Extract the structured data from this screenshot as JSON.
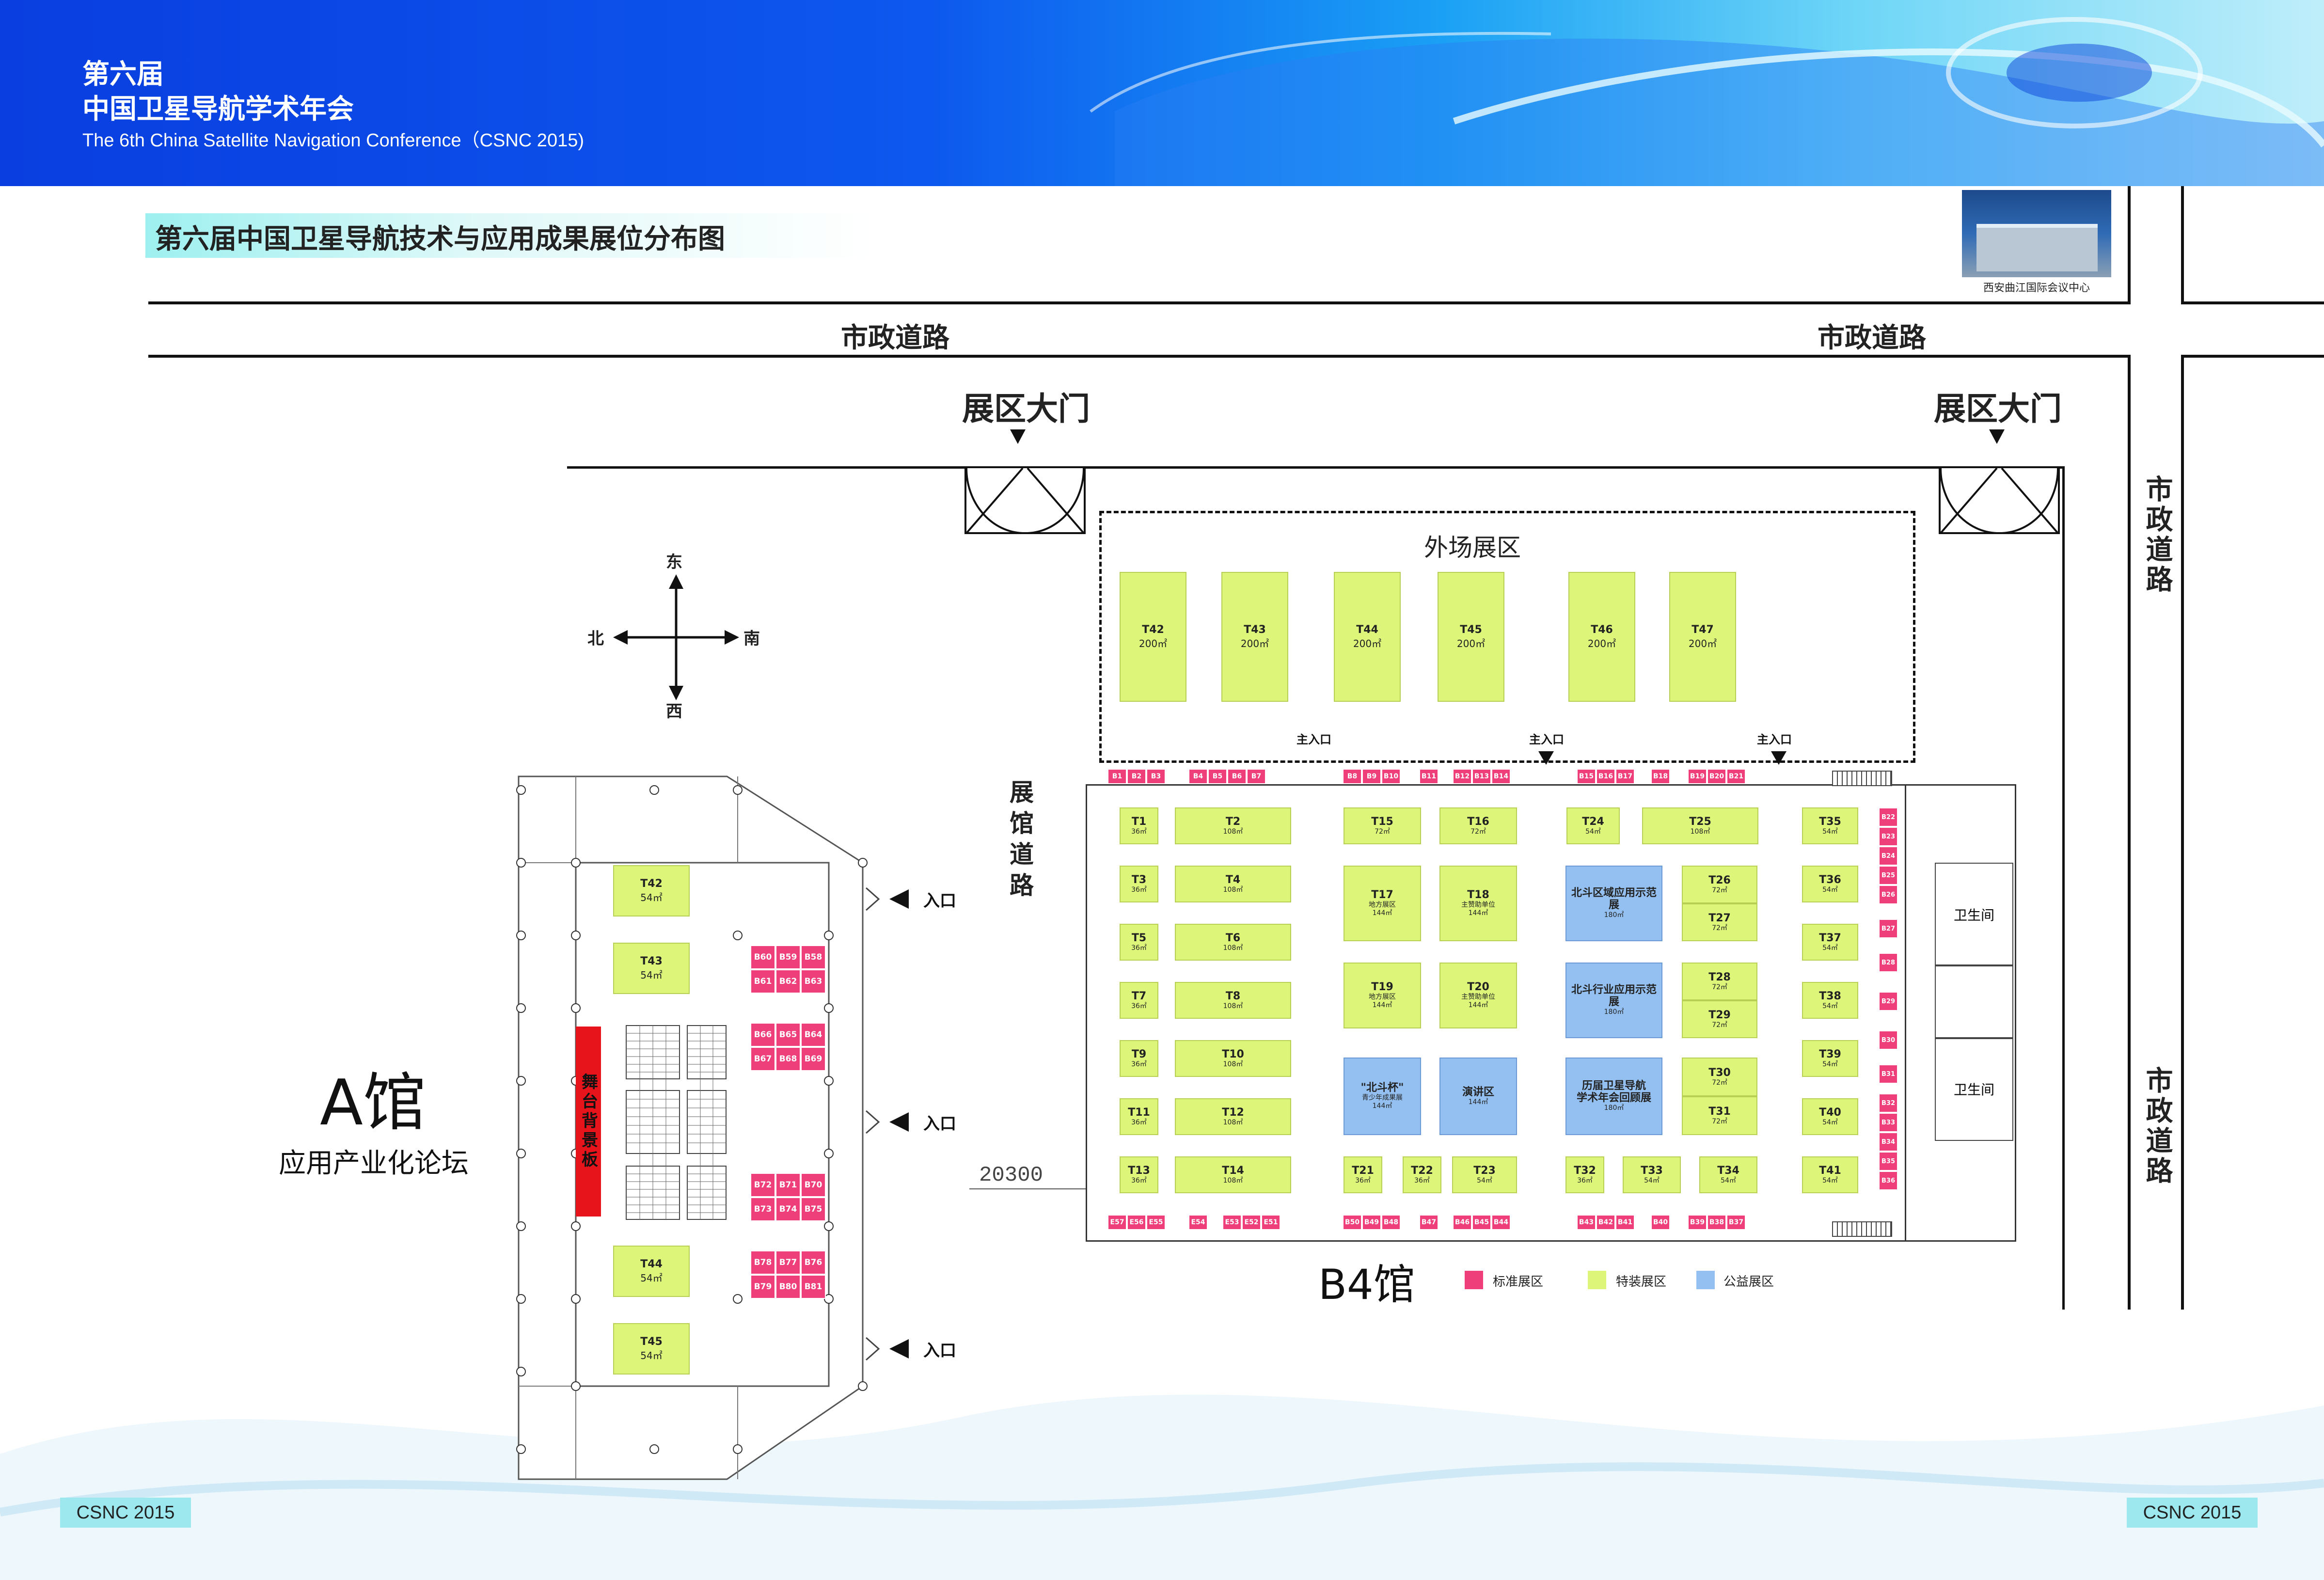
{
  "header": {
    "title_line1": "第六届",
    "title_line2": "中国卫星导航学术年会",
    "title_line3": "The 6th China Satellite Navigation Conference（CSNC 2015)"
  },
  "banner": {
    "title": "第六届中国卫星导航技术与应用成果展位分布图"
  },
  "venue_photo": {
    "caption": "西安曲江国际会议中心"
  },
  "roads": {
    "label": "市政道路",
    "hall_road": "展馆道路",
    "scale": "20300"
  },
  "gates": {
    "label": "展区大门"
  },
  "outdoor": {
    "title": "外场展区",
    "booths": [
      {
        "id": "T42",
        "area": "200㎡"
      },
      {
        "id": "T43",
        "area": "200㎡"
      },
      {
        "id": "T44",
        "area": "200㎡"
      },
      {
        "id": "T45",
        "area": "200㎡"
      },
      {
        "id": "T46",
        "area": "200㎡"
      },
      {
        "id": "T47",
        "area": "200㎡"
      }
    ]
  },
  "compass": {
    "east": "东",
    "west": "西",
    "south": "南",
    "north": "北"
  },
  "hall_a": {
    "name": "A馆",
    "subtitle": "应用产业化论坛",
    "stage": "舞台背景板",
    "entrance": "入口",
    "yellow": [
      {
        "id": "T42",
        "area": "54㎡"
      },
      {
        "id": "T43",
        "area": "54㎡"
      },
      {
        "id": "T44",
        "area": "54㎡"
      },
      {
        "id": "T45",
        "area": "54㎡"
      }
    ],
    "pink_rows": [
      [
        "B60",
        "B59",
        "B58"
      ],
      [
        "B61",
        "B62",
        "B63"
      ],
      [
        "B66",
        "B65",
        "B64"
      ],
      [
        "B67",
        "B68",
        "B69"
      ],
      [
        "B72",
        "B71",
        "B70"
      ],
      [
        "B73",
        "B74",
        "B75"
      ],
      [
        "B78",
        "B77",
        "B76"
      ],
      [
        "B79",
        "B80",
        "B81"
      ]
    ]
  },
  "hall_b4": {
    "name": "B4馆",
    "main_entrance": "主入口",
    "restroom": "卫生间",
    "top_pink": [
      "B1",
      "B2",
      "B3",
      "B4",
      "B5",
      "B6",
      "B7",
      "B8",
      "B9",
      "B10",
      "B11",
      "B12",
      "B13",
      "B14",
      "B15",
      "B16",
      "B17",
      "B18",
      "B19",
      "B20",
      "B21"
    ],
    "bottom_pink": [
      "E57",
      "E56",
      "E55",
      "E54",
      "E53",
      "E52",
      "E51",
      "B50",
      "B49",
      "B48",
      "B47",
      "B46",
      "B45",
      "B44",
      "B43",
      "B42",
      "B41",
      "B40",
      "B39",
      "B38",
      "B37"
    ],
    "right_pink": [
      "B22",
      "B23",
      "B24",
      "B25",
      "B26",
      "B27",
      "B28",
      "B29",
      "B30",
      "B31",
      "B32",
      "B33",
      "B34",
      "B35",
      "B36"
    ],
    "col1": [
      {
        "id": "T1",
        "area": "36㎡"
      },
      {
        "id": "T3",
        "area": "36㎡"
      },
      {
        "id": "T5",
        "area": "36㎡"
      },
      {
        "id": "T7",
        "area": "36㎡"
      },
      {
        "id": "T9",
        "area": "36㎡"
      },
      {
        "id": "T11",
        "area": "36㎡"
      },
      {
        "id": "T13",
        "area": "36㎡"
      }
    ],
    "col2": [
      {
        "id": "T2",
        "area": "108㎡"
      },
      {
        "id": "T4",
        "area": "108㎡"
      },
      {
        "id": "T6",
        "area": "108㎡"
      },
      {
        "id": "T8",
        "area": "108㎡"
      },
      {
        "id": "T10",
        "area": "108㎡"
      },
      {
        "id": "T12",
        "area": "108㎡"
      },
      {
        "id": "T14",
        "area": "108㎡"
      }
    ],
    "mid": {
      "T15": {
        "id": "T15",
        "area": "72㎡"
      },
      "T16": {
        "id": "T16",
        "area": "72㎡"
      },
      "T17": {
        "id": "T17",
        "name": "地方展区",
        "area": "144㎡"
      },
      "T18": {
        "id": "T18",
        "name": "主赞助单位",
        "area": "144㎡"
      },
      "T19": {
        "id": "T19",
        "name": "地方展区",
        "area": "144㎡"
      },
      "T20": {
        "id": "T20",
        "name": "主赞助单位",
        "area": "144㎡"
      },
      "cup": {
        "name": "\"北斗杯\"",
        "name2": "青少年成果展",
        "area": "144㎡"
      },
      "lecture": {
        "name": "演讲区",
        "area": "144㎡"
      },
      "T21": {
        "id": "T21",
        "area": "36㎡"
      },
      "T22": {
        "id": "T22",
        "area": "36㎡"
      },
      "T23": {
        "id": "T23",
        "area": "54㎡"
      }
    },
    "right": {
      "T24": {
        "id": "T24",
        "area": "54㎡"
      },
      "T25": {
        "id": "T25",
        "area": "108㎡"
      },
      "regional": {
        "name": "北斗区域应用示范展",
        "area": "180㎡"
      },
      "industry": {
        "name": "北斗行业应用示范展",
        "area": "180㎡"
      },
      "history": {
        "name": "历届卫星导航",
        "name2": "学术年会回顾展",
        "area": "180㎡"
      },
      "T26": {
        "id": "T26",
        "area": "72㎡"
      },
      "T27": {
        "id": "T27",
        "area": "72㎡"
      },
      "T28": {
        "id": "T28",
        "area": "72㎡"
      },
      "T29": {
        "id": "T29",
        "area": "72㎡"
      },
      "T30": {
        "id": "T30",
        "area": "72㎡"
      },
      "T31": {
        "id": "T31",
        "area": "72㎡"
      },
      "T32": {
        "id": "T32",
        "area": "36㎡"
      },
      "T33": {
        "id": "T33",
        "area": "54㎡"
      },
      "T34": {
        "id": "T34",
        "area": "54㎡"
      }
    },
    "col_end": [
      {
        "id": "T35",
        "area": "54㎡"
      },
      {
        "id": "T36",
        "area": "54㎡"
      },
      {
        "id": "T37",
        "area": "54㎡"
      },
      {
        "id": "T38",
        "area": "54㎡"
      },
      {
        "id": "T39",
        "area": "54㎡"
      },
      {
        "id": "T40",
        "area": "54㎡"
      },
      {
        "id": "T41",
        "area": "54㎡"
      }
    ]
  },
  "legend": {
    "standard": "标准展区",
    "special": "特装展区",
    "public": "公益展区"
  },
  "footer": {
    "left": "CSNC 2015",
    "right": "CSNC 2015"
  },
  "colors": {
    "pink": "#ee3f7b",
    "yellow": "#ddf67a",
    "blue": "#93c0f0",
    "stage": "#e8141c"
  }
}
